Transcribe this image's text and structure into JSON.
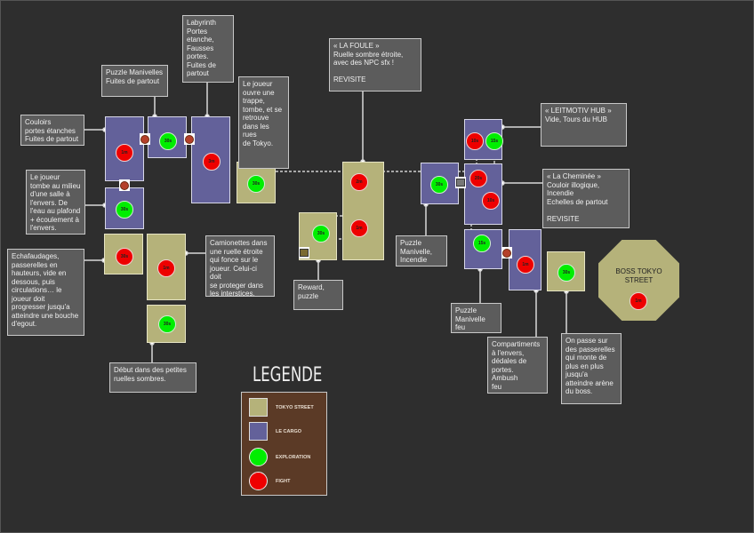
{
  "notes": {
    "labyrinth": "Labyrinth\nPortes\netanche,\nFausses\nportes.\nFuites de\npartout",
    "puzzle_manivelles": "Puzzle Manivelles\nFuites de partout",
    "couloirs": "Couloirs\nportes étanches\nFuites de partout",
    "tombe_salle": "Le joueur\ntombe au milieu\nd'une salle à\nl'envers. De\nl'eau au plafond\n+ écoulement à\nl'envers.",
    "trappe": "Le joueur\nouvre une\ntrappe,\ntombe, et se\nretrouve\ndans les rues\nde Tokyo.",
    "la_foule": "« LA FOULE »\nRuelle sombre étroite,\navec des NPC sfx !\n\nREVISITE",
    "leitmotiv": "« LEITMOTIV HUB »\nVide, Tours du HUB",
    "cheminee": "« La Cheminée »\nCouloir illogique,\nIncendie\nEchelles de partout\n\nREVISITE",
    "puzzle_incendie": "Puzzle\nManivelle,\nIncendie",
    "echafaudages": "Echafaudages,\npasserelles en\nhauteurs, vide en\ndessous, puis\ncirculations… le\njoueur doit\nprogresser jusqu'a\natteindre une bouche\nd'egout.",
    "camionettes": "Camionettes dans\nune ruelle étroite\nqui fonce sur le\njoueur. Celui-ci doit\nse proteger dans\nles interstices.",
    "debut": "Début dans des petites\nruelles sombres.",
    "reward": "Reward,\npuzzle",
    "puzzle_feu": "Puzzle\nManivelle\nfeu",
    "compartiments": "Compartiments\nà l'envers,\ndédales de\nportes.\nAmbush\nfeu",
    "passerelles": "On passe sur\ndes passerelles\nqui monte de\nplus en plus\njusqu'a\natteindre arène\ndu boss."
  },
  "timers": {
    "a": "1m",
    "b": "30s",
    "c": "3m",
    "d": "30s",
    "e": "30s",
    "f": "1m",
    "g": "30s",
    "h": "30s",
    "i": "30s",
    "j1": "2m",
    "j2": "1m",
    "k": "30s",
    "l1": "10s",
    "l2": "15s",
    "m1": "20s",
    "m2": "10s",
    "n": "15s",
    "o": "1m",
    "p": "30s",
    "boss": "1m"
  },
  "boss": {
    "label": "BOSS TOKYO\nSTREET"
  },
  "legend": {
    "title": "LEGENDE",
    "items": [
      "TOKYO STREET",
      "LE CARGO",
      "EXPLORATION",
      "FIGHT"
    ]
  },
  "colors": {
    "tokyo_street": "#b5b27a",
    "le_cargo": "#63619a",
    "exploration": "#00ee00",
    "fight": "#ee0000",
    "legend_bg": "#5b3a26"
  }
}
